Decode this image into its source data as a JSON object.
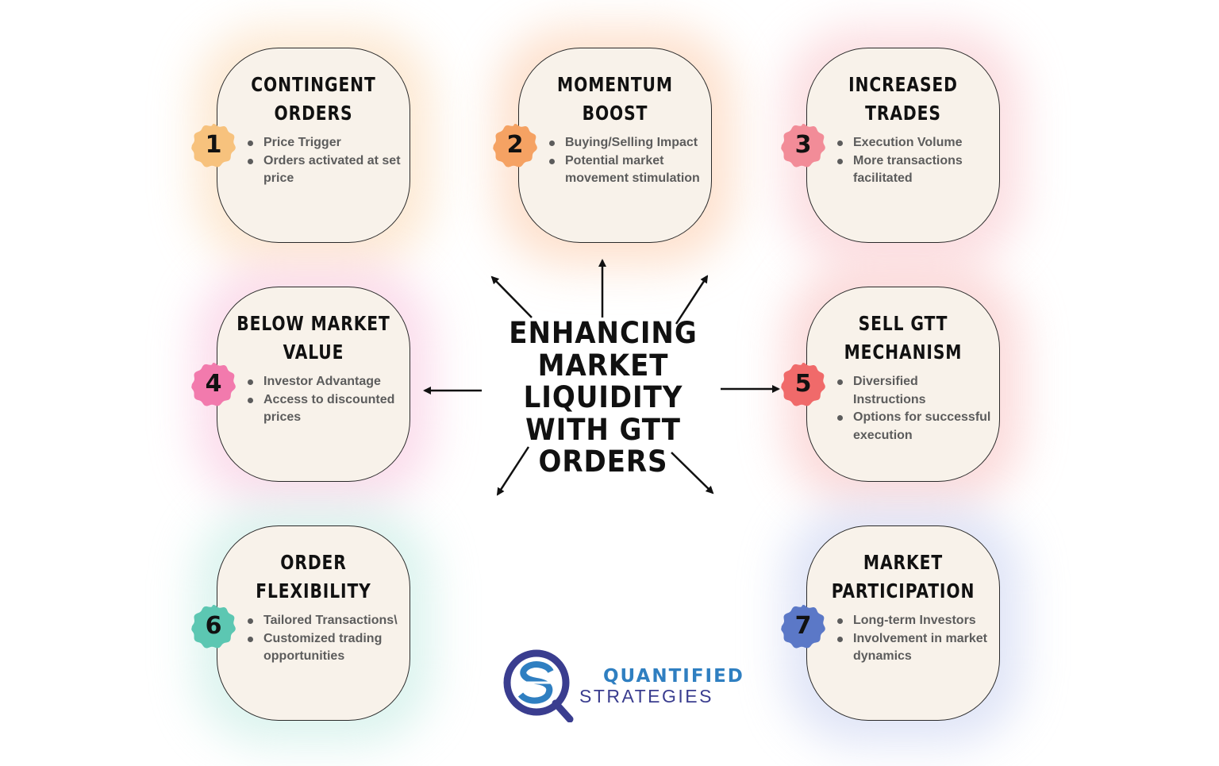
{
  "center": {
    "title": "ENHANCING MARKET LIQUIDITY WITH GTT ORDERS"
  },
  "cards": [
    {
      "number": "1",
      "title": "CONTINGENT ORDERS",
      "bullets": [
        "Price Trigger",
        "Orders activated at set price"
      ],
      "color": "#f7c27d",
      "glow": "#fbd7b0"
    },
    {
      "number": "2",
      "title": "MOMENTUM BOOST",
      "bullets": [
        "Buying/Selling Impact",
        "Potential market movement stimulation"
      ],
      "color": "#f5a263",
      "glow": "#fcc9a6"
    },
    {
      "number": "3",
      "title": "INCREASED TRADES",
      "bullets": [
        "Execution Volume",
        "More transactions facilitated"
      ],
      "color": "#f28c98",
      "glow": "#f9c3c9"
    },
    {
      "number": "4",
      "title": "BELOW MARKET VALUE",
      "bullets": [
        "Investor Advantage",
        "Access to discounted prices"
      ],
      "color": "#f27aad",
      "glow": "#f8c1dc"
    },
    {
      "number": "5",
      "title": "SELL GTT MECHANISM",
      "bullets": [
        "Diversified Instructions",
        "Options for successful execution"
      ],
      "color": "#f06a6a",
      "glow": "#f9bdbd"
    },
    {
      "number": "6",
      "title": "ORDER FLEXIBILITY",
      "bullets": [
        "Tailored Transactions\\",
        "Customized trading opportunities"
      ],
      "color": "#5cc7b2",
      "glow": "#bfeae1"
    },
    {
      "number": "7",
      "title": "MARKET PARTICIPATION",
      "bullets": [
        "Long-term Investors",
        "Involvement in market dynamics"
      ],
      "color": "#5b78c7",
      "glow": "#c6cff0"
    }
  ],
  "logo": {
    "line1": "QUANTIFIED",
    "line2": "STRATEGIES",
    "primary": "#3a3d8f",
    "accent": "#2f7fc1"
  }
}
